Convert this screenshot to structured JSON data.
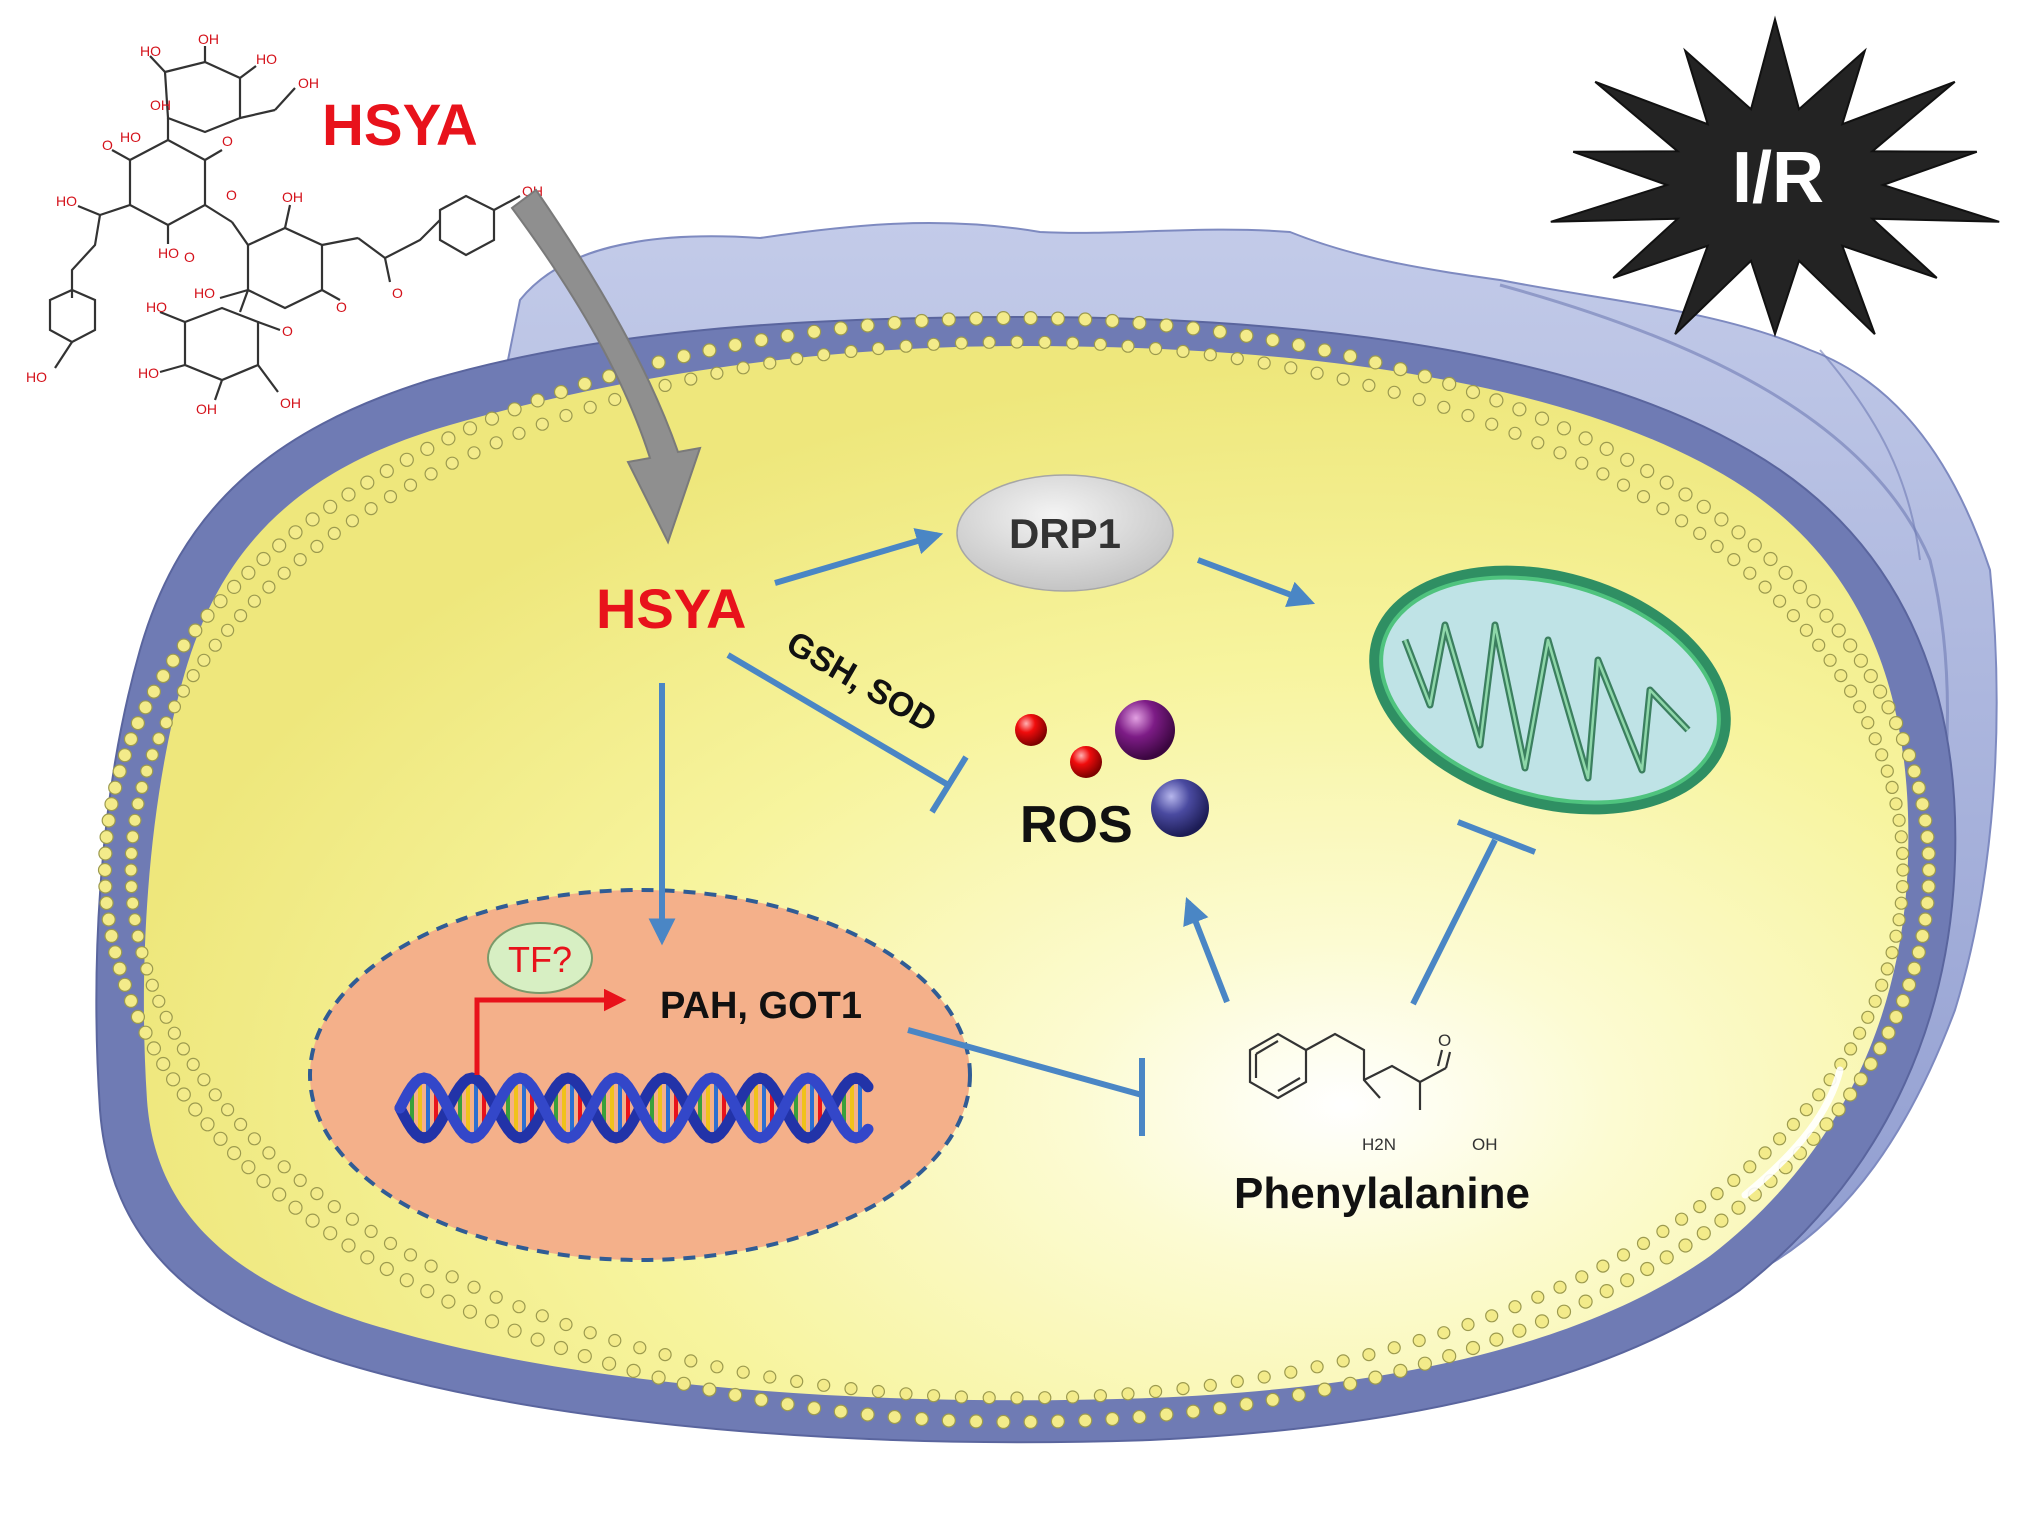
{
  "outside": {
    "drug_label": "HSYA",
    "injury_label": "I/R"
  },
  "cell": {
    "drug_label": "HSYA",
    "drp1_label": "DRP1",
    "antioxidant_label": "GSH, SOD",
    "ros_label": "ROS",
    "tf_label": "TF?",
    "genes_label": "PAH, GOT1",
    "metabolite_label": "Phenylalanine"
  },
  "structures": {
    "hsya_atoms": [
      "HO",
      "OH",
      "HO",
      "OH",
      "OH",
      "HO",
      "O",
      "O",
      "O",
      "HO",
      "HO",
      "OH",
      "O",
      "O",
      "OH",
      "O",
      "O",
      "HO",
      "HO",
      "HO",
      "OH",
      "OH",
      "HO",
      "O"
    ],
    "phenylalanine_atoms": [
      "O",
      "H2N",
      "OH"
    ]
  },
  "colors": {
    "drug_red": "#e8121b",
    "arrow_blue": "#4a86c5",
    "cytoplasm": "#f6f39a",
    "nucleus": "#f4b08a",
    "membrane_bead": "#f3eb8a",
    "membrane_dark": "#6f7bb4",
    "tissue": "#a9b4dc",
    "injury": "#232323"
  },
  "icons": [
    "hsya-structure-icon",
    "drp1-protein-icon",
    "mitochondrion-icon",
    "ros-molecules-icon",
    "dna-helix-icon",
    "phenylalanine-structure-icon",
    "injury-starburst-icon"
  ]
}
